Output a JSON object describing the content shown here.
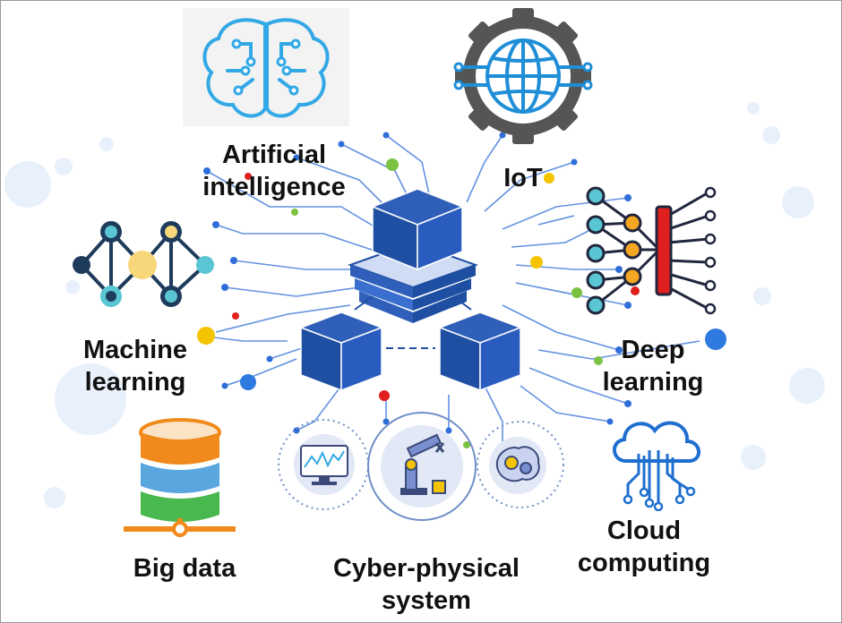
{
  "labels": {
    "artificial_intelligence": [
      "Artificial",
      "intelligence"
    ],
    "iot": "IoT",
    "machine_learning": [
      "Machine",
      "learning"
    ],
    "deep_learning": [
      "Deep",
      "learning"
    ],
    "big_data": "Big data",
    "cyber_physical": [
      "Cyber-physical",
      "system"
    ],
    "cloud_computing": [
      "Cloud",
      "computing"
    ]
  },
  "colors": {
    "circuit_blue": "#2f6ed8",
    "cube_dark": "#1f4fa3",
    "cube_light": "#3a6fd0",
    "icon_cyan": "#33a8e6",
    "gear_gray": "#555555",
    "accent_yellow": "#f5c400",
    "accent_green": "#7cc242",
    "accent_red": "#e0201f",
    "big_data_orange": "#f08a1c",
    "big_data_blue": "#5aa7e0",
    "big_data_green": "#49b84f",
    "cloud_blue": "#1e6fd0",
    "dl_orange": "#f5a623",
    "dl_teal": "#5bc6d3",
    "dl_dark": "#20263d"
  },
  "icons": [
    "brain-icon",
    "globe-gear-icon",
    "neural-network-icon",
    "deep-network-icon",
    "database-icon",
    "cloud-icon",
    "monitor-chart-icon",
    "robot-arm-icon",
    "gear-brain-icon"
  ]
}
